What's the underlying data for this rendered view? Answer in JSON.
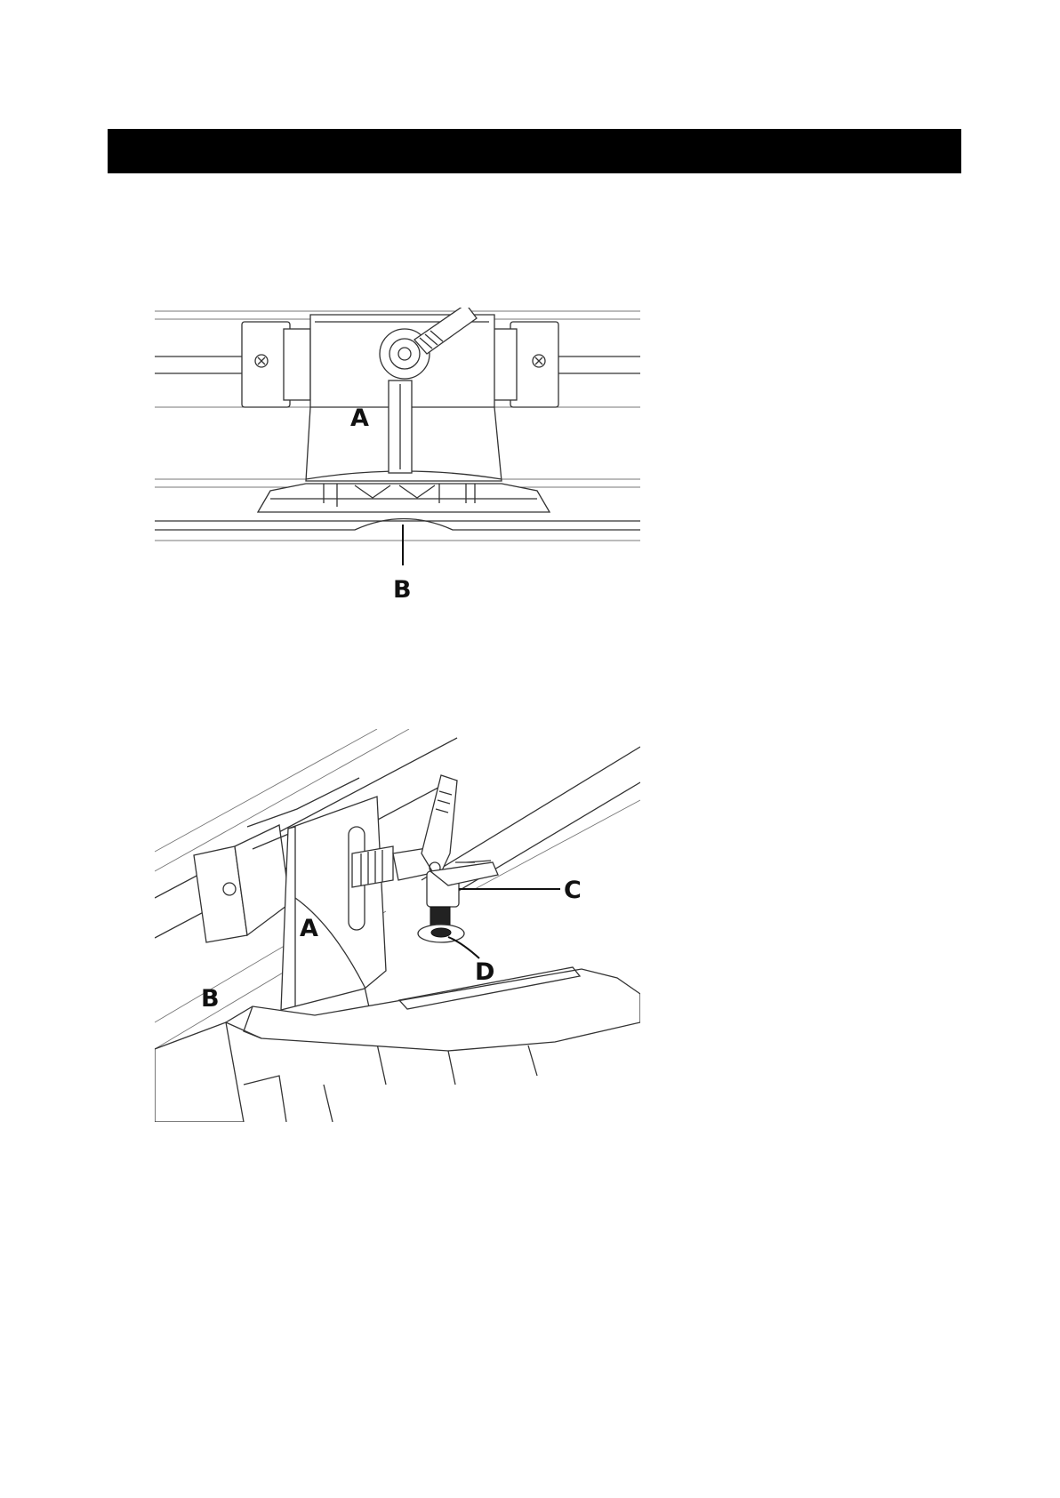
{
  "header": {
    "title": ""
  },
  "figure1": {
    "callouts": {
      "a": "A",
      "b": "B"
    }
  },
  "figure2": {
    "callouts": {
      "a": "A",
      "b": "B",
      "c": "C",
      "d": "D"
    }
  },
  "footer": {
    "text": ""
  }
}
